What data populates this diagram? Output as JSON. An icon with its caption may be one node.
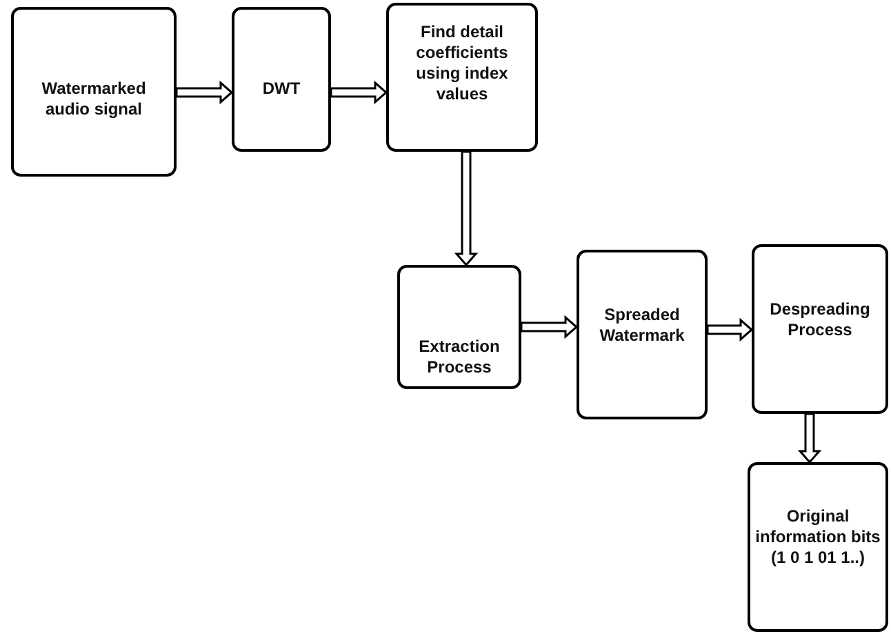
{
  "diagram": {
    "nodes": [
      {
        "text": [
          "Watermarked audio signal"
        ]
      },
      {
        "text": [
          "DWT"
        ]
      },
      {
        "text": [
          "Find detail coefficients using index values"
        ]
      },
      {
        "text": [
          "Extraction Process"
        ]
      },
      {
        "text": [
          "Spreaded Watermark"
        ]
      },
      {
        "text": [
          "Despreading Process"
        ]
      },
      {
        "text": [
          "Original information bits (1 0 1 01 1..)"
        ]
      }
    ],
    "edges": [
      {
        "from": 0,
        "to": 1,
        "arrow": "to"
      },
      {
        "from": 1,
        "to": 2,
        "arrow": "to"
      },
      {
        "from": 2,
        "to": 3,
        "arrow": "to"
      },
      {
        "from": 3,
        "to": 4,
        "arrow": "to"
      },
      {
        "from": 4,
        "to": 5,
        "arrow": "to"
      },
      {
        "from": 5,
        "to": 6,
        "arrow": "to"
      }
    ]
  }
}
